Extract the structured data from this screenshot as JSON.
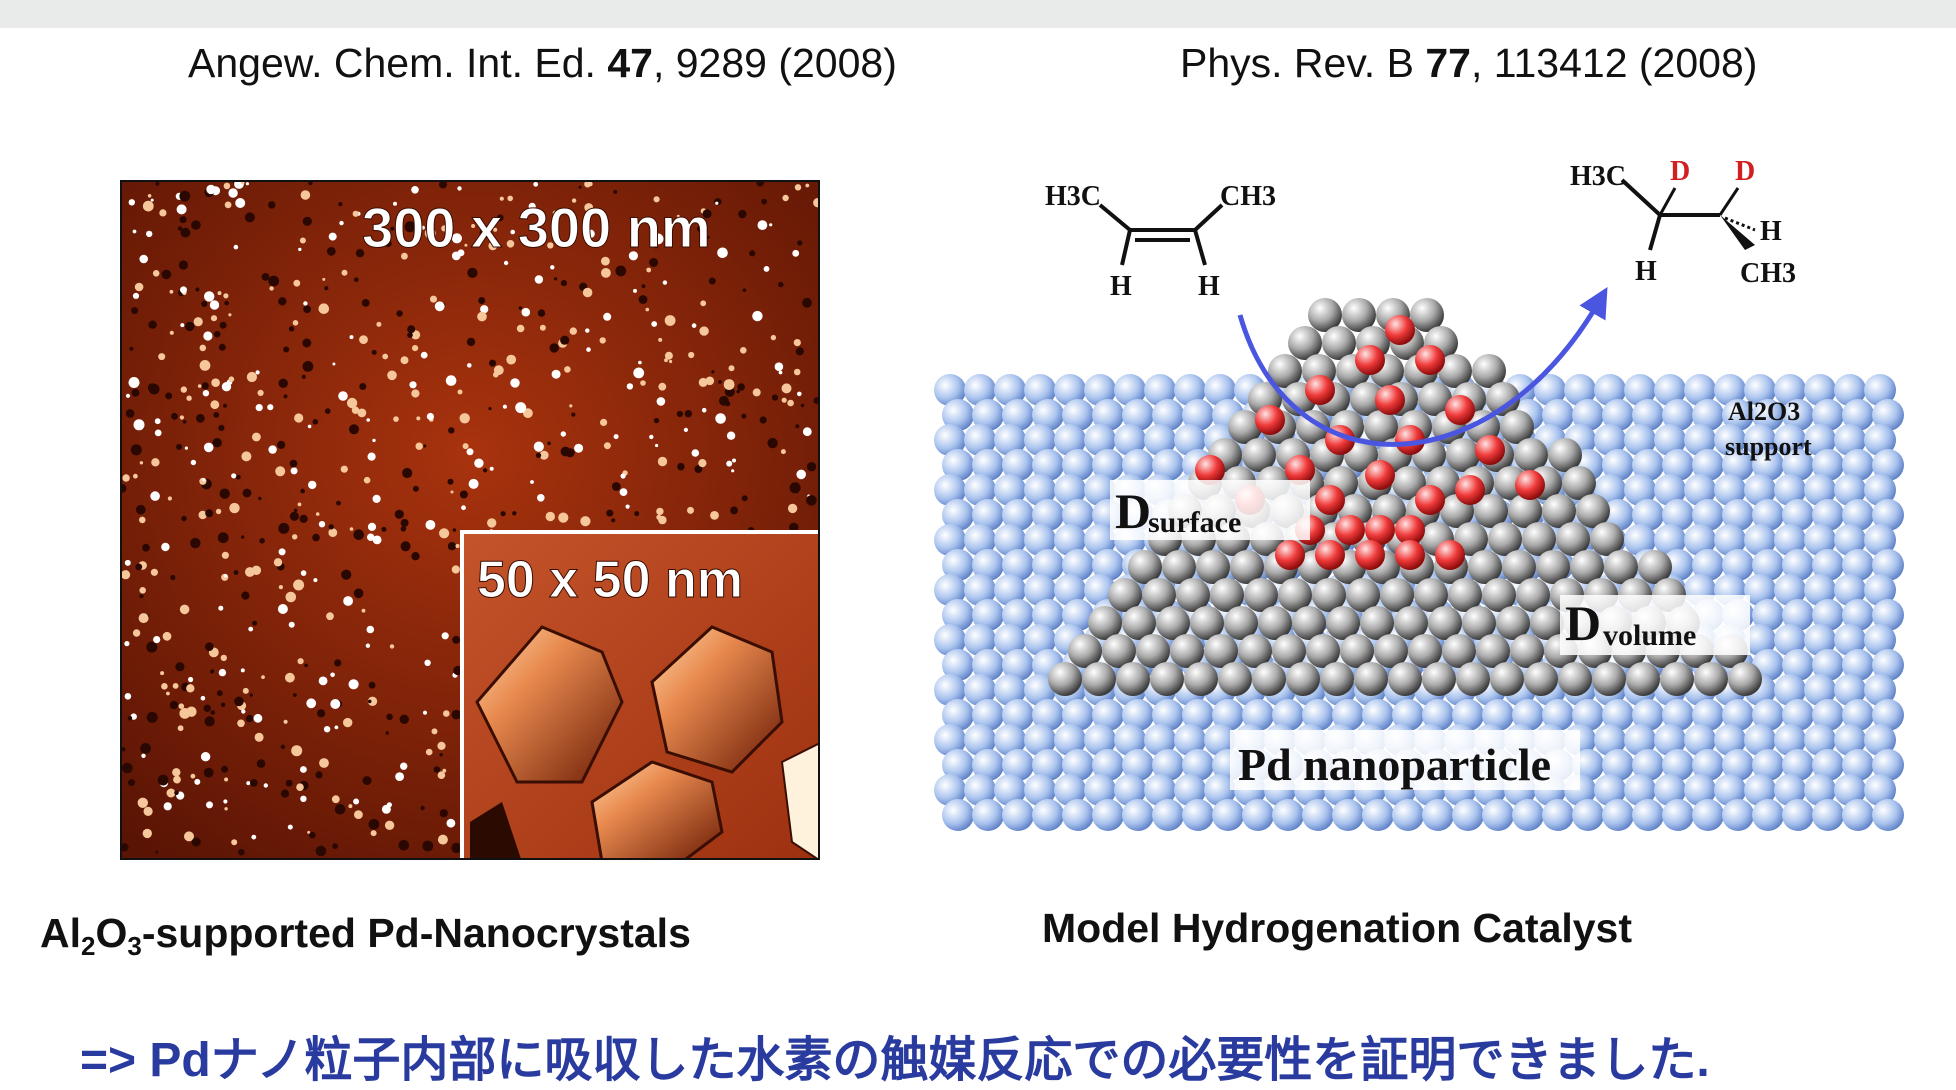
{
  "references": {
    "left": {
      "journal": "Angew. Chem. Int. Ed. ",
      "volume": "47",
      "rest": ", 9289 (2008)"
    },
    "right": {
      "journal": "Phys. Rev. B ",
      "volume": "77",
      "rest": ", 113412 (2008)"
    }
  },
  "afm_image": {
    "scale_main": "300 x 300 nm",
    "scale_inset": "50 x 50 nm"
  },
  "diagram": {
    "reactant": {
      "left_group": "H3C",
      "right_group": "CH3",
      "h_left": "H",
      "h_right": "H"
    },
    "product": {
      "left_group": "H3C",
      "d1": "D",
      "d2": "D",
      "h_right": "H",
      "h_left": "H",
      "ch3": "CH3"
    },
    "support_line1": "Al2O3",
    "support_line2": "support",
    "d_surface_main": "D",
    "d_surface_sub": "surface",
    "d_volume_main": "D",
    "d_volume_sub": "volume",
    "nanoparticle": "Pd nanoparticle"
  },
  "captions": {
    "left_pre": "Al",
    "left_sub1": "2",
    "left_mid": "O",
    "left_sub2": "3",
    "left_post": "-supported Pd-Nanocrystals",
    "right": "Model Hydrogenation Catalyst"
  },
  "conclusion": "=> Pdナノ粒子内部に吸収した水素の触媒反応での必要性を証明できました.",
  "colors": {
    "conclusion": "#2a3b9f",
    "arrow": "#4a56e0",
    "deuterium": "#d21f1f",
    "support": "#a9c3ee"
  }
}
